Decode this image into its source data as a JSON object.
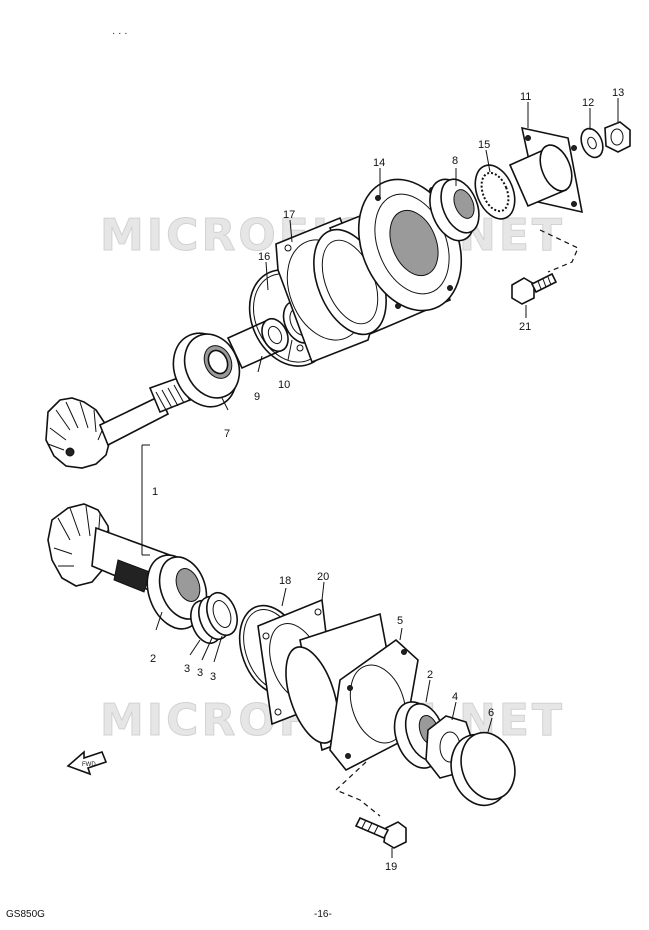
{
  "watermark": "MICROFICHE.NET",
  "direction_marker": "FWD",
  "footer": {
    "model": "GS850G",
    "page": "-16-"
  },
  "callouts": [
    {
      "id": "c1",
      "text": "1"
    },
    {
      "id": "c2a",
      "text": "2"
    },
    {
      "id": "c2b",
      "text": "2"
    },
    {
      "id": "c3a",
      "text": "3"
    },
    {
      "id": "c3b",
      "text": "3"
    },
    {
      "id": "c3c",
      "text": "3"
    },
    {
      "id": "c4",
      "text": "4"
    },
    {
      "id": "c5",
      "text": "5"
    },
    {
      "id": "c6",
      "text": "6"
    },
    {
      "id": "c7",
      "text": "7"
    },
    {
      "id": "c8",
      "text": "8"
    },
    {
      "id": "c9",
      "text": "9"
    },
    {
      "id": "c10",
      "text": "10"
    },
    {
      "id": "c11",
      "text": "11"
    },
    {
      "id": "c12",
      "text": "12"
    },
    {
      "id": "c13",
      "text": "13"
    },
    {
      "id": "c14",
      "text": "14"
    },
    {
      "id": "c15",
      "text": "15"
    },
    {
      "id": "c16",
      "text": "16"
    },
    {
      "id": "c17",
      "text": "17"
    },
    {
      "id": "c18",
      "text": "18"
    },
    {
      "id": "c19",
      "text": "19"
    },
    {
      "id": "c20",
      "text": "20"
    },
    {
      "id": "c21",
      "text": "21"
    }
  ]
}
